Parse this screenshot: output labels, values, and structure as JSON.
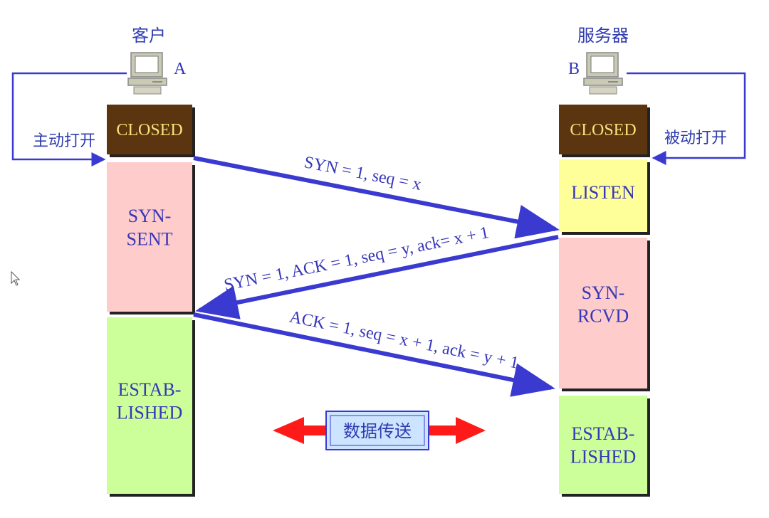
{
  "client": {
    "title": "客户",
    "letter": "A",
    "open_label": "主动打开"
  },
  "server": {
    "title": "服务器",
    "letter": "B",
    "open_label": "被动打开"
  },
  "client_states": [
    "CLOSED",
    "SYN-\nSENT",
    "ESTAB-\nLISHED"
  ],
  "server_states": [
    "CLOSED",
    "LISTEN",
    "SYN-\nRCVD",
    "ESTAB-\nLISHED"
  ],
  "messages": [
    "SYN = 1, seq = x",
    "SYN = 1, ACK = 1, seq = y, ack= x + 1",
    "ACK = 1, seq = x + 1, ack = y + 1"
  ],
  "data_transfer_label": "数据传送",
  "colors": {
    "closed": "#5b3510",
    "closed_text": "#f7e27a",
    "syn": "#ffcccc",
    "listen": "#ffff99",
    "established": "#ccff99",
    "state_text": "#3636b8",
    "arrow": "#3a3ad0",
    "loop_line": "#3a3ad0",
    "transfer_arrow": "#ff1a1a",
    "transfer_box": "#cce4ff",
    "label_text": "#2f3cb0"
  }
}
